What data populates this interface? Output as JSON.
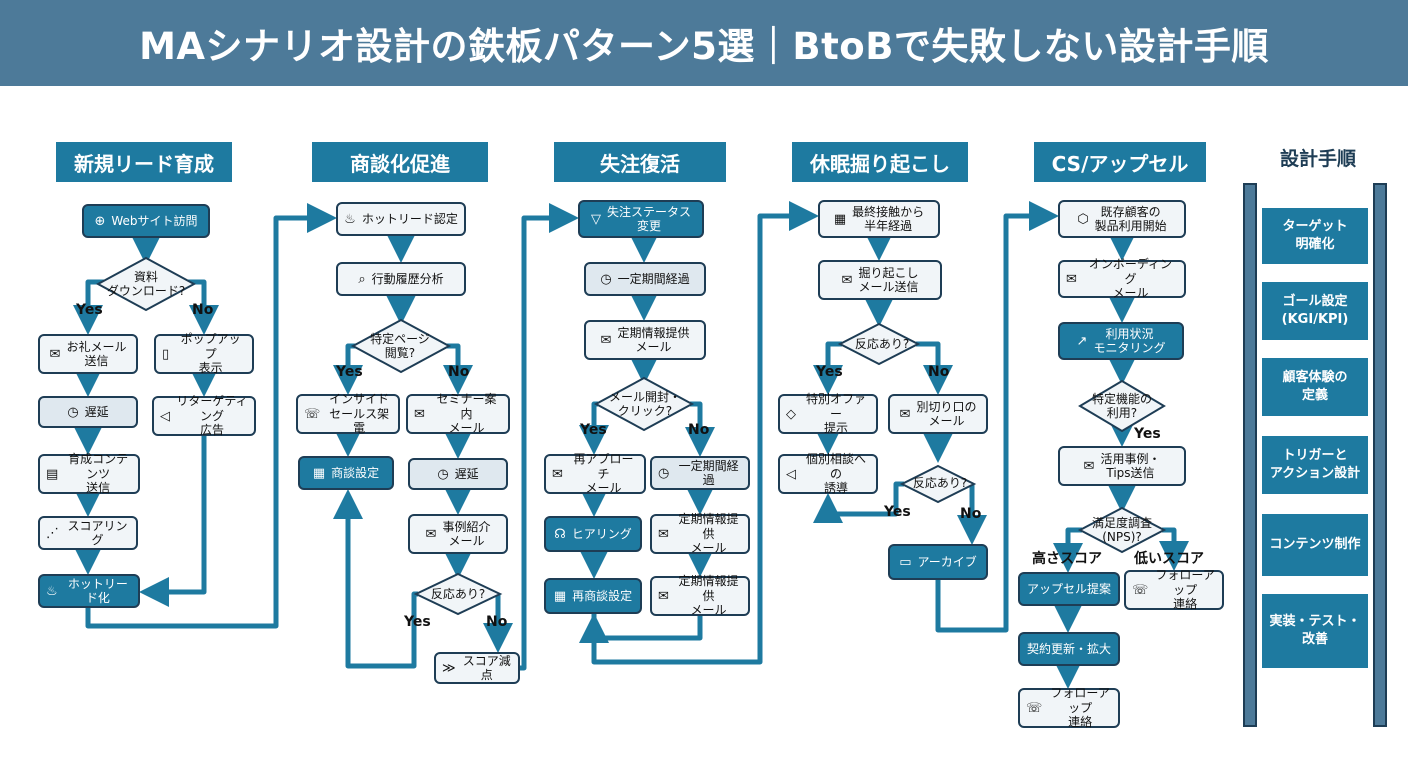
{
  "header": {
    "title": "MAシナリオ設計の鉄板パターン5選｜BtoBで失敗しない設計手順"
  },
  "colors": {
    "header_bg": "#4d7a99",
    "accent": "#1e7aa0",
    "node_border": "#1e3d55",
    "light_node": "#f1f5f8",
    "grey_node": "#dfe8ef"
  },
  "columns": [
    {
      "title": "新規リード育成",
      "nodes": [
        {
          "icon": "globe-icon",
          "glyph": "⊕",
          "text": "Webサイト訪問"
        },
        {
          "icon": "",
          "glyph": "",
          "text": "資料\nダウンロード?"
        },
        {
          "icon": "mail-icon",
          "glyph": "✉",
          "text": "お礼メール\n送信"
        },
        {
          "icon": "phone-icon",
          "glyph": "▯",
          "text": "ポップアップ\n表示"
        },
        {
          "icon": "clock-icon",
          "glyph": "◷",
          "text": "遅延"
        },
        {
          "icon": "megaphone-icon",
          "glyph": "◁",
          "text": "リターゲティング\n広告"
        },
        {
          "icon": "document-icon",
          "glyph": "▤",
          "text": "育成コンテンツ\n送信"
        },
        {
          "icon": "score-icon",
          "glyph": "⋰",
          "text": "スコアリング"
        },
        {
          "icon": "flame-icon",
          "glyph": "♨",
          "text": "ホットリード化"
        }
      ],
      "labels": [
        "Yes",
        "No"
      ]
    },
    {
      "title": "商談化促進",
      "nodes": [
        {
          "icon": "flame-icon",
          "glyph": "♨",
          "text": "ホットリード認定"
        },
        {
          "icon": "search-icon",
          "glyph": "⌕",
          "text": "行動履歴分析"
        },
        {
          "icon": "",
          "glyph": "",
          "text": "特定ページ\n閲覧?"
        },
        {
          "icon": "phone-icon",
          "glyph": "☏",
          "text": "インサイド\nセールス架電"
        },
        {
          "icon": "mail-icon",
          "glyph": "✉",
          "text": "セミナー案内\nメール"
        },
        {
          "icon": "calendar-icon",
          "glyph": "▦",
          "text": "商談設定"
        },
        {
          "icon": "clock-icon",
          "glyph": "◷",
          "text": "遅延"
        },
        {
          "icon": "mail-icon",
          "glyph": "✉",
          "text": "事例紹介\nメール"
        },
        {
          "icon": "",
          "glyph": "",
          "text": "反応あり?"
        },
        {
          "icon": "chevrons-icon",
          "glyph": "≫",
          "text": "スコア減点"
        }
      ],
      "labels": [
        "Yes",
        "No",
        "Yes",
        "No"
      ]
    },
    {
      "title": "失注復活",
      "nodes": [
        {
          "icon": "filter-icon",
          "glyph": "▽",
          "text": "失注ステータス\n変更"
        },
        {
          "icon": "clock-icon",
          "glyph": "◷",
          "text": "一定期間経過"
        },
        {
          "icon": "mail-icon",
          "glyph": "✉",
          "text": "定期情報提供\nメール"
        },
        {
          "icon": "",
          "glyph": "",
          "text": "メール開封・\nクリック?"
        },
        {
          "icon": "mail-icon",
          "glyph": "✉",
          "text": "再アプローチ\nメール"
        },
        {
          "icon": "clock-icon",
          "glyph": "◷",
          "text": "一定期間経過"
        },
        {
          "icon": "headset-icon",
          "glyph": "☊",
          "text": "ヒアリング"
        },
        {
          "icon": "mail-icon",
          "glyph": "✉",
          "text": "定期情報提供\nメール"
        },
        {
          "icon": "calendar-icon",
          "glyph": "▦",
          "text": "再商談設定"
        },
        {
          "icon": "mail-icon",
          "glyph": "✉",
          "text": "定期情報提供\nメール"
        }
      ],
      "labels": [
        "Yes",
        "No"
      ]
    },
    {
      "title": "休眠掘り起こし",
      "nodes": [
        {
          "icon": "calendar-icon",
          "glyph": "▦",
          "text": "最終接触から\n半年経過"
        },
        {
          "icon": "mail-icon",
          "glyph": "✉",
          "text": "掘り起こし\nメール送信"
        },
        {
          "icon": "",
          "glyph": "",
          "text": "反応あり?"
        },
        {
          "icon": "tag-icon",
          "glyph": "◇",
          "text": "特別オファー\n提示"
        },
        {
          "icon": "mail-icon",
          "glyph": "✉",
          "text": "別切り口の\nメール"
        },
        {
          "icon": "megaphone-icon",
          "glyph": "◁",
          "text": "個別相談への\n誘導"
        },
        {
          "icon": "",
          "glyph": "",
          "text": "反応あり?"
        },
        {
          "icon": "archive-icon",
          "glyph": "▭",
          "text": "アーカイブ"
        }
      ],
      "labels": [
        "Yes",
        "No",
        "Yes",
        "No"
      ]
    },
    {
      "title": "CS/アップセル",
      "nodes": [
        {
          "icon": "box-icon",
          "glyph": "⬡",
          "text": "既存顧客の\n製品利用開始"
        },
        {
          "icon": "mail-icon",
          "glyph": "✉",
          "text": "オンボーディング\nメール"
        },
        {
          "icon": "chart-icon",
          "glyph": "↗",
          "text": "利用状況\nモニタリング"
        },
        {
          "icon": "",
          "glyph": "",
          "text": "特定機能の\n利用?"
        },
        {
          "icon": "mail-icon",
          "glyph": "✉",
          "text": "活用事例・\nTips送信"
        },
        {
          "icon": "",
          "glyph": "",
          "text": "満足度調査\n(NPS)?"
        },
        {
          "icon": "",
          "glyph": "",
          "text": "アップセル提案"
        },
        {
          "icon": "phone-icon",
          "glyph": "☏",
          "text": "フォローアップ\n連絡"
        },
        {
          "icon": "",
          "glyph": "",
          "text": "契約更新・拡大"
        },
        {
          "icon": "phone-icon",
          "glyph": "☏",
          "text": "フォローアップ\n連絡"
        }
      ],
      "labels": [
        "Yes",
        "高さスコア",
        "低いスコア"
      ]
    }
  ],
  "ladder": {
    "title": "設計手順",
    "steps": [
      "ターゲット\n明確化",
      "ゴール設定\n(KGI/KPI)",
      "顧客体験の\n定義",
      "トリガーと\nアクション設計",
      "コンテンツ制作",
      "実装・テスト・\n改善"
    ]
  }
}
